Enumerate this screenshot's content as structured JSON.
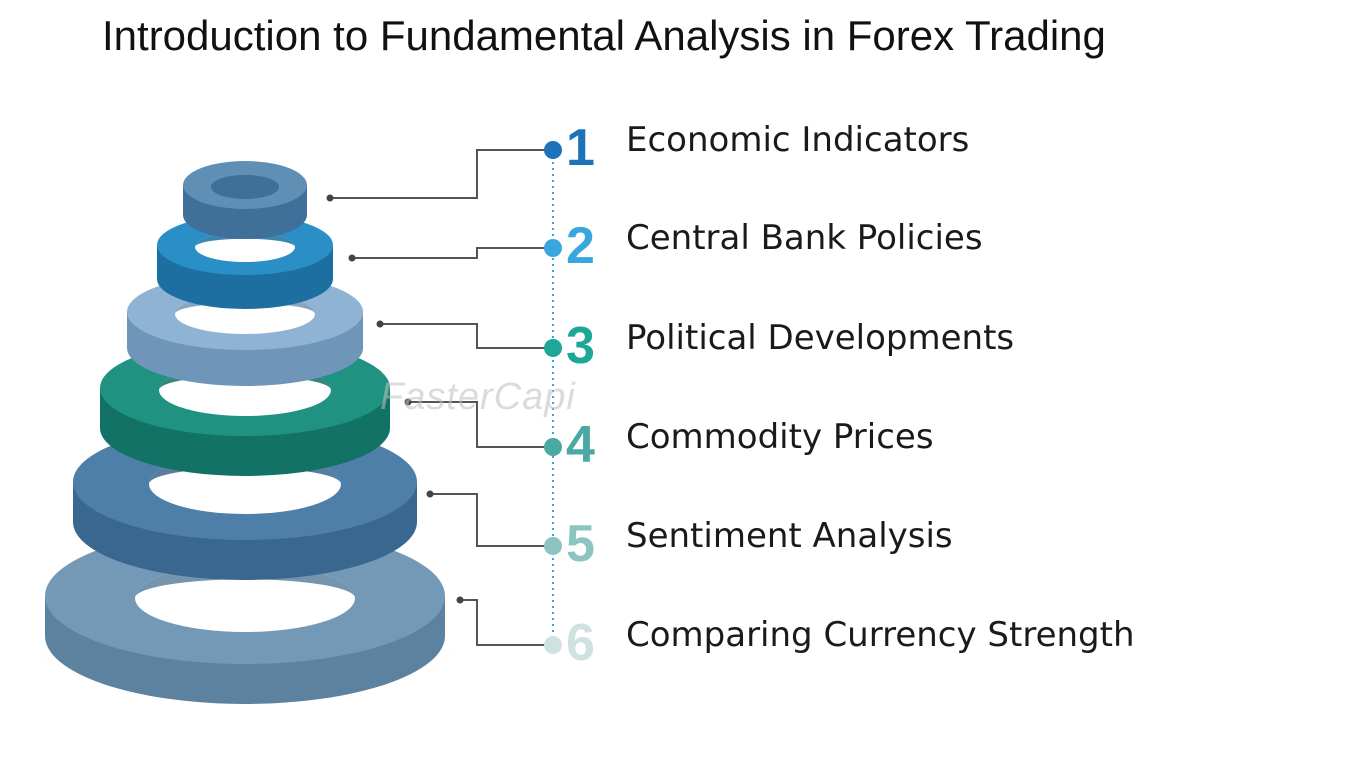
{
  "title": "Introduction to Fundamental Analysis in Forex Trading",
  "watermark": "FasterCapi",
  "items": [
    {
      "number": "1",
      "label": "Economic Indicators",
      "color": "#1e73b8"
    },
    {
      "number": "2",
      "label": "Central Bank Policies",
      "color": "#3aa6de"
    },
    {
      "number": "3",
      "label": "Political Developments",
      "color": "#1ea796"
    },
    {
      "number": "4",
      "label": "Commodity Prices",
      "color": "#4aa9a0"
    },
    {
      "number": "5",
      "label": "Sentiment Analysis",
      "color": "#8cc5c0"
    },
    {
      "number": "6",
      "label": "Comparing Currency Strength",
      "color": "#cfe2df"
    }
  ],
  "rings": [
    {
      "name": "ring-1",
      "top": "#5f8fb5",
      "side": "#3e7099"
    },
    {
      "name": "ring-2",
      "top": "#2a8fc7",
      "side": "#1c6fa0"
    },
    {
      "name": "ring-3",
      "top": "#8fb4d3",
      "side": "#6f96b9"
    },
    {
      "name": "ring-4",
      "top": "#1f9282",
      "side": "#127265"
    },
    {
      "name": "ring-5",
      "top": "#4d7fa8",
      "side": "#3a678f"
    },
    {
      "name": "ring-6",
      "top": "#7499b6",
      "side": "#5c829f"
    }
  ]
}
